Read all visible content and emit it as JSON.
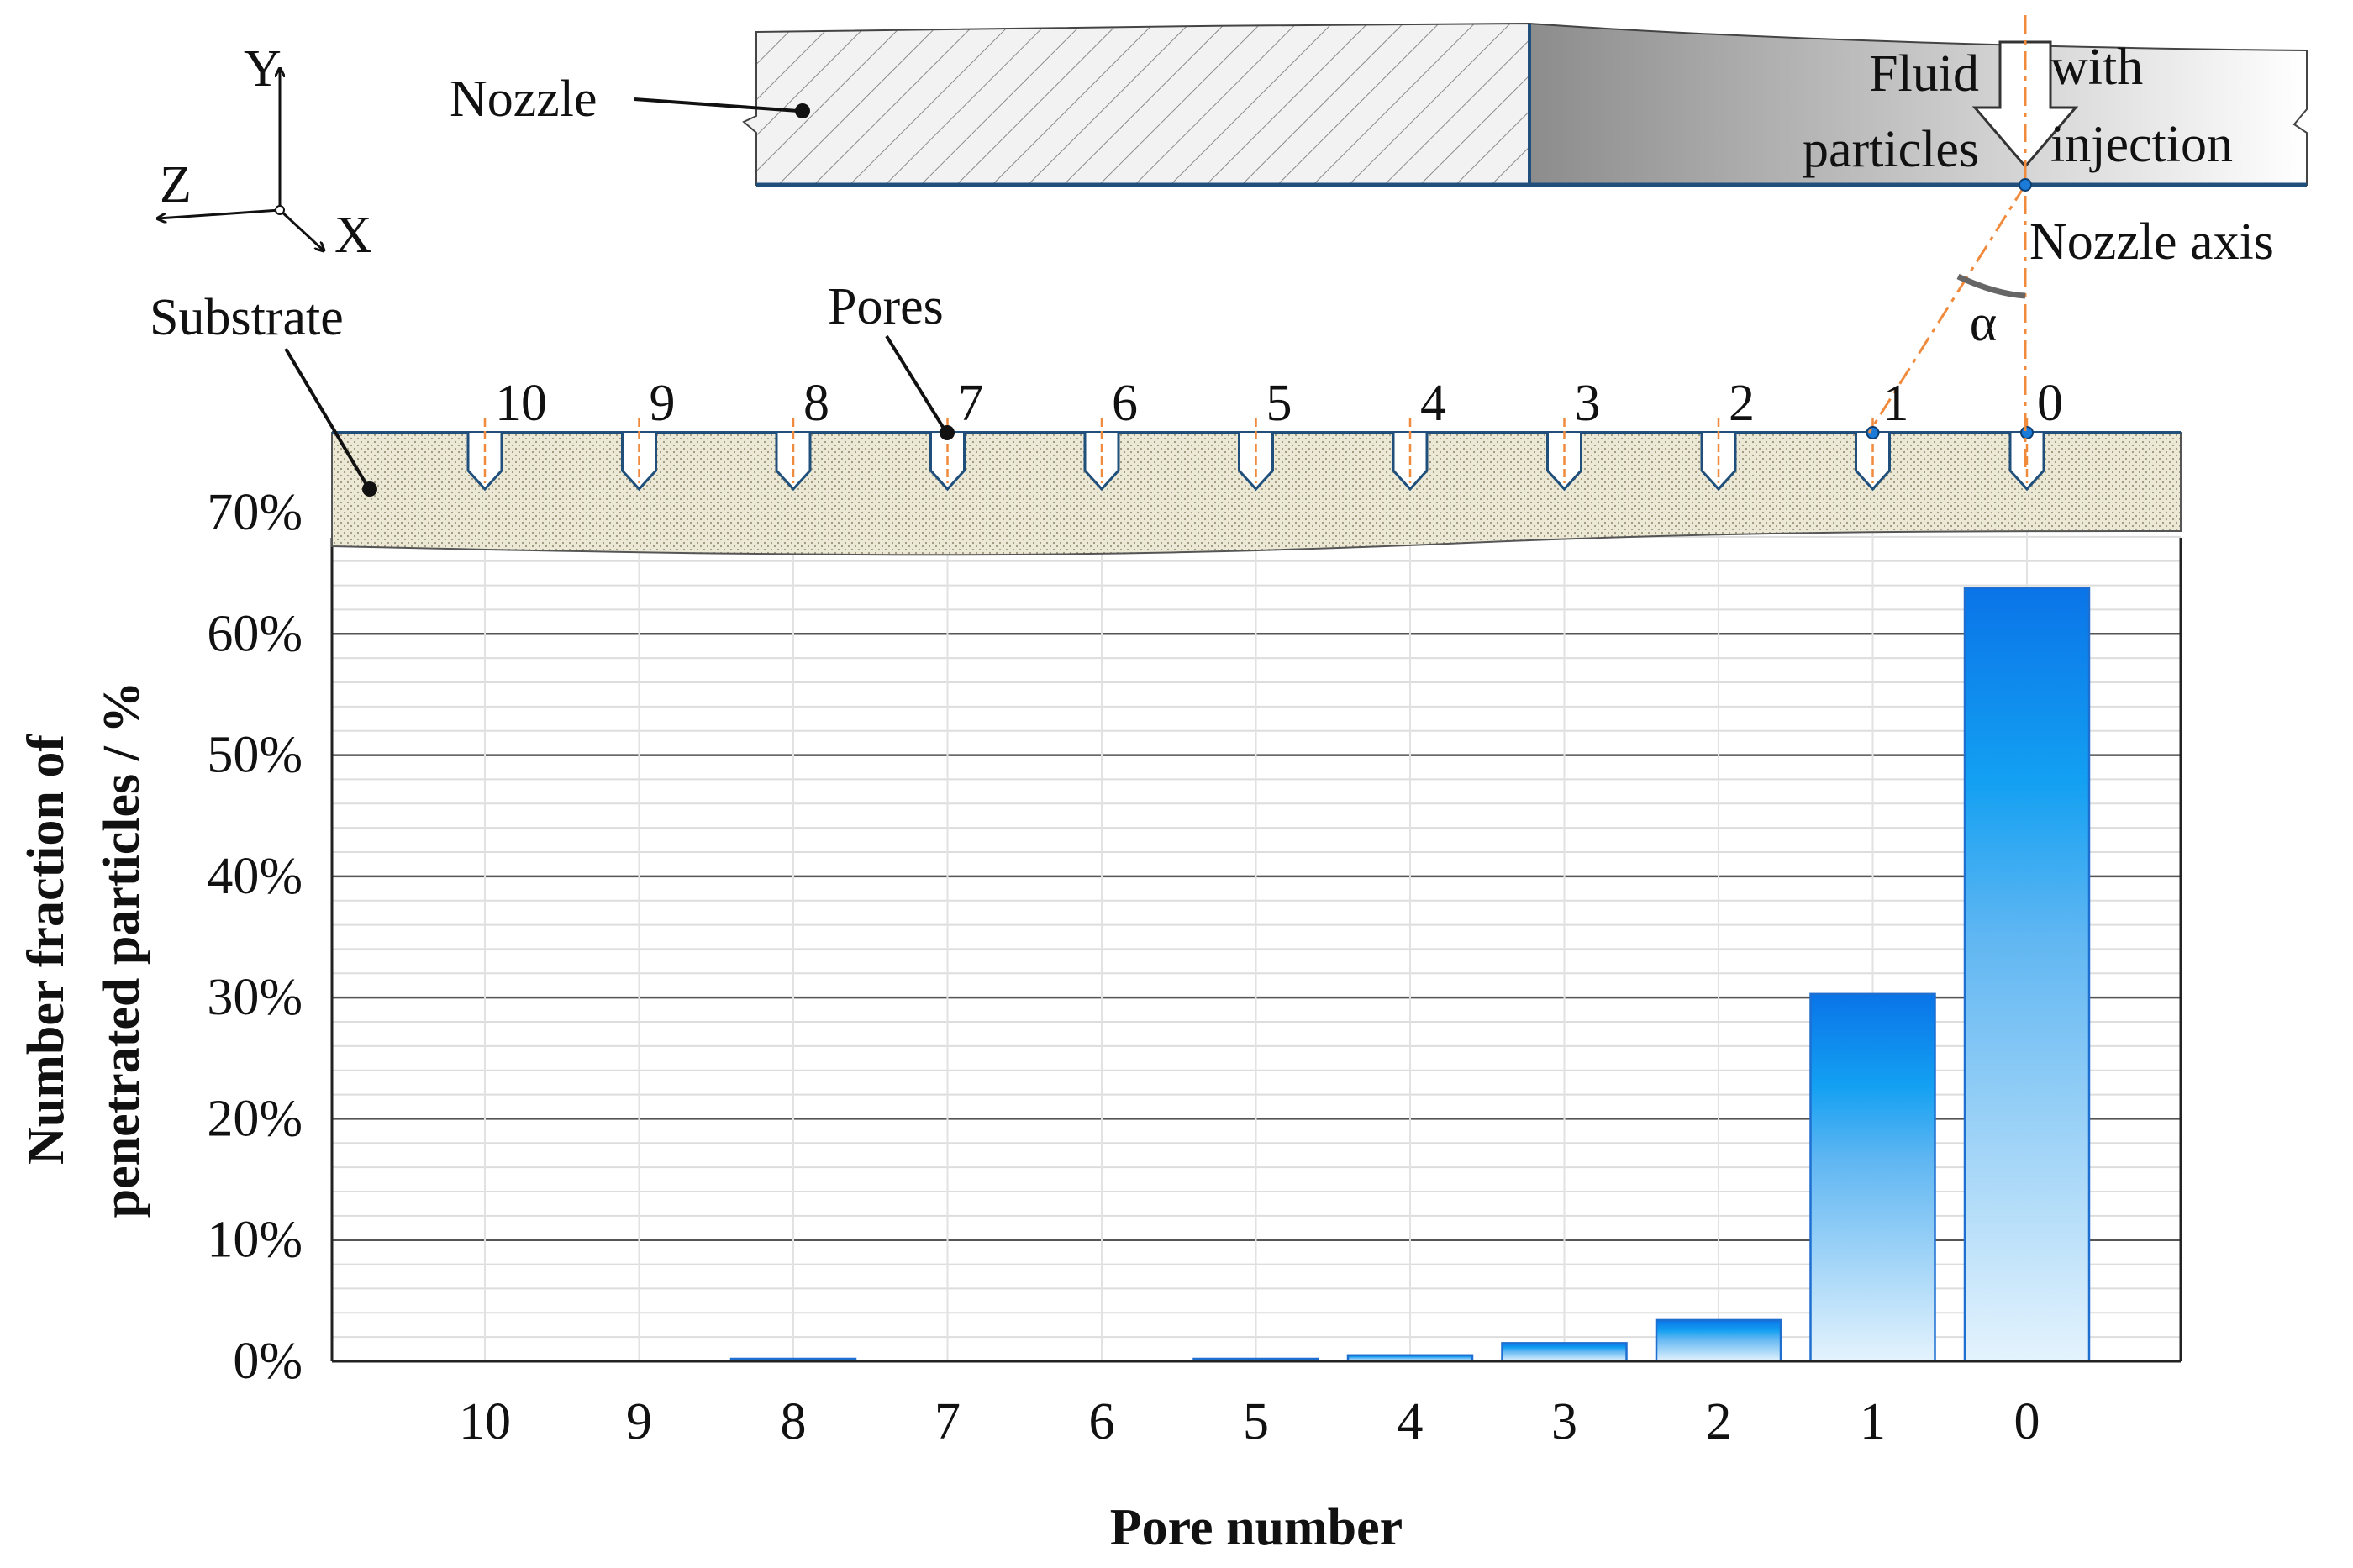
{
  "chart_data": {
    "type": "bar",
    "xlabel": "Pore number",
    "ylabel_lines": [
      "Number fraction of",
      "penetrated particles / %"
    ],
    "categories": [
      "10",
      "9",
      "8",
      "7",
      "6",
      "5",
      "4",
      "3",
      "2",
      "1",
      "0"
    ],
    "values": [
      0.0,
      0.0,
      0.1,
      0.0,
      0.0,
      0.1,
      0.5,
      1.5,
      3.4,
      30.3,
      63.8
    ],
    "ylim": [
      0,
      70
    ],
    "yticks": [
      "0%",
      "10%",
      "20%",
      "30%",
      "40%",
      "50%",
      "60%",
      "70%"
    ],
    "grid": true,
    "legend": "none",
    "bar_color_top": "#0a74e8",
    "bar_color_bottom": "#e4f3fd",
    "bar_edge_color": "#1f6fd0"
  },
  "schematic": {
    "axes_labels": {
      "y": "Y",
      "z": "Z",
      "x": "X"
    },
    "nozzle_label": "Nozzle",
    "substrate_label": "Substrate",
    "pores_label": "Pores",
    "fluid_label_lines": [
      "Fluid",
      "particles"
    ],
    "injection_label_lines": [
      "with",
      "injection"
    ],
    "nozzle_axis_label": "Nozzle axis",
    "angle_label": "α",
    "pore_numbers": [
      "10",
      "9",
      "8",
      "7",
      "6",
      "5",
      "4",
      "3",
      "2",
      "1",
      "0"
    ],
    "substrate_color": "#ece8d6",
    "nozzle_edge_color": "#1f4f7a",
    "axis_line_color": "#f08a3c"
  }
}
